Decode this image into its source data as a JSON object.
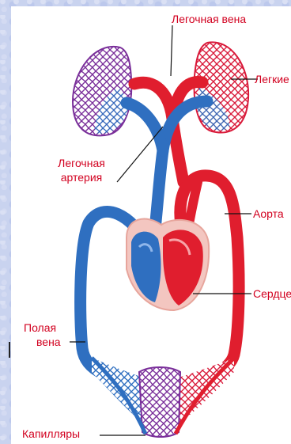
{
  "labels": {
    "pulmonary_vein": "Легочная вена",
    "lungs": "Легкие",
    "pulmonary_artery_line1": "Легочная",
    "pulmonary_artery_line2": "артерия",
    "aorta": "Аорта",
    "heart": "Сердце",
    "vena_cava_line1": "Полая",
    "vena_cava_line2": "вена",
    "capillaries": "Капилляры"
  },
  "colors": {
    "arterial": "#e01e2e",
    "venous": "#2f6fc0",
    "mixed": "#7a2f9a",
    "label_text": "#d2001f",
    "heart_sac": "#f3c6c0",
    "background": "#c9d3ef"
  }
}
